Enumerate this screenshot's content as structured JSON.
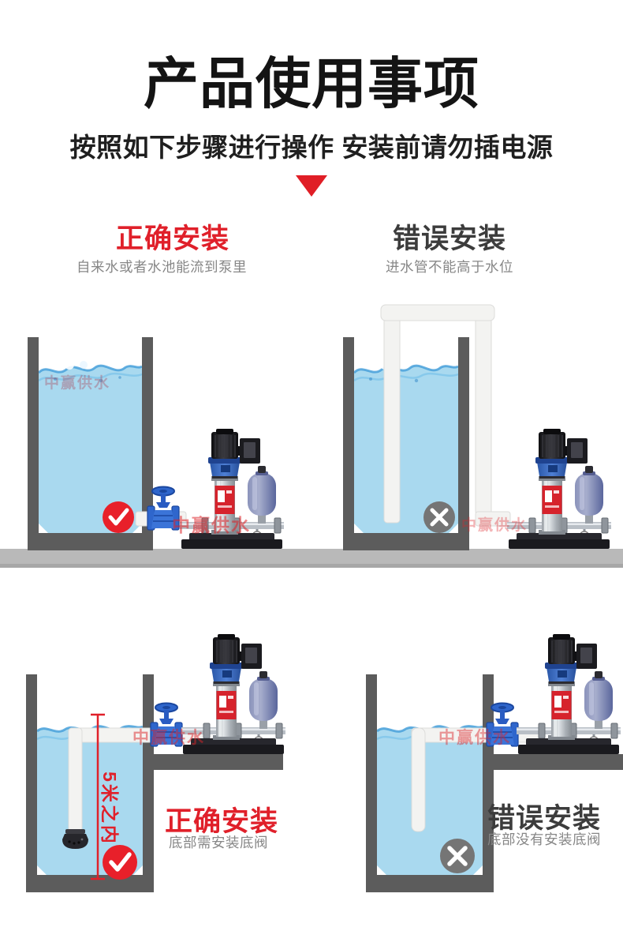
{
  "page": {
    "title": "产品使用事项",
    "subtitle": "按照如下步骤进行操作 安装前请勿插电源"
  },
  "watermark": {
    "text": "中赢供水"
  },
  "sections": {
    "top": {
      "correct": {
        "label": "正确安装",
        "caption": "自来水或者水池能流到泵里"
      },
      "wrong": {
        "label": "错误安装",
        "caption": "进水管不能高于水位"
      }
    },
    "bottom": {
      "correct": {
        "label": "正确安装",
        "caption": "底部需安装底阀",
        "depth_note": "5米之内"
      },
      "wrong": {
        "label": "错误安装",
        "caption": "底部没有安装底阀"
      }
    }
  },
  "icons": {
    "check": "check-icon",
    "cross": "cross-icon",
    "arrow": "down-triangle-icon"
  },
  "colors": {
    "accent_red": "#e0202a",
    "heading_black": "#141414",
    "caption_gray": "#878787",
    "water_blue": "#a9d9ef",
    "wall_gray": "#5c5c5c",
    "floor_gray": "#b9b9b9",
    "check_red": "#e8202a",
    "cross_gray": "#757575",
    "valve_blue": "#2f66cc",
    "pipe_white": "#f3f3f1"
  }
}
